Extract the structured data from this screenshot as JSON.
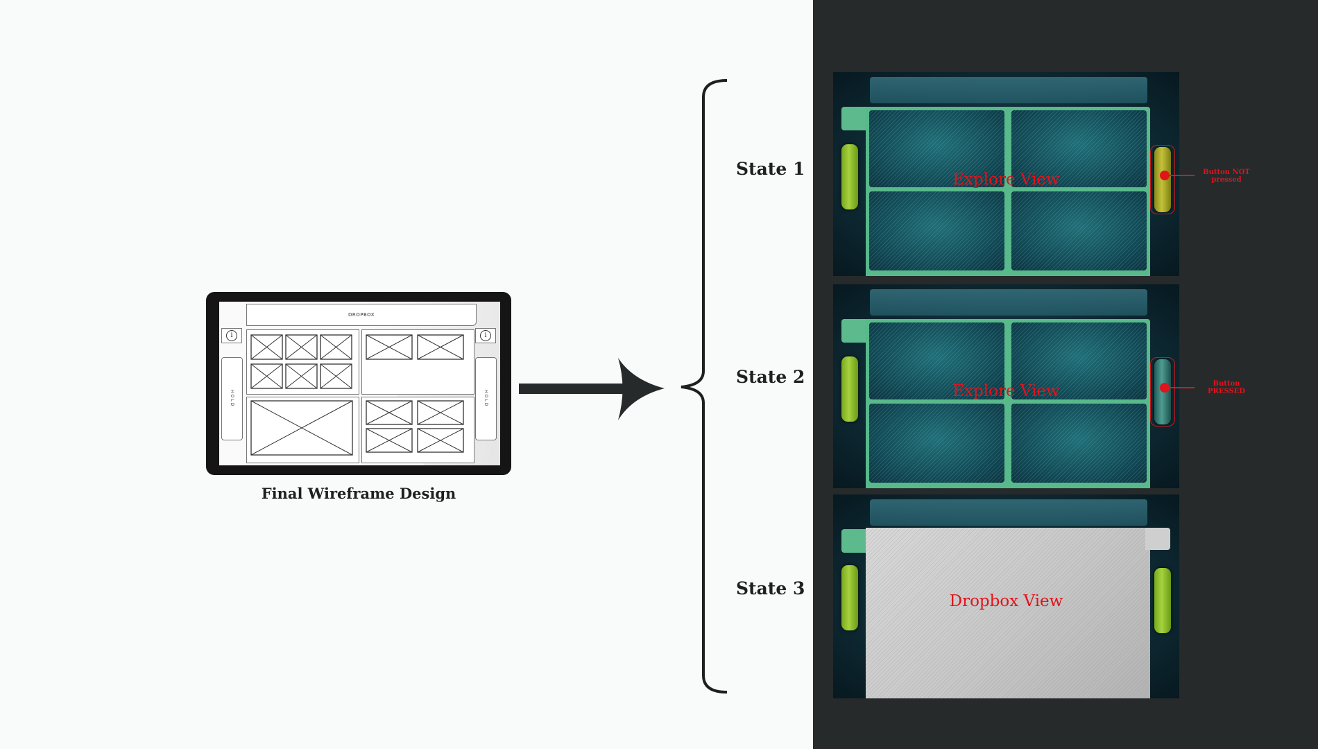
{
  "wireframe": {
    "dropbox_label": "DROPBOX",
    "info_glyph": "i",
    "hold_label": "HOLD",
    "caption": "Final Wireframe Design"
  },
  "states": [
    {
      "label": "State 1",
      "view_label": "Explore View",
      "note": "Button NOT pressed"
    },
    {
      "label": "State 2",
      "view_label": "Explore View",
      "note": "Button PRESSED"
    },
    {
      "label": "State 3",
      "view_label": "Dropbox View"
    }
  ],
  "colors": {
    "annotation_red": "#e1131b",
    "panel_frame_green": "#58b98b",
    "button_green": "#a5d23e",
    "dark_background": "#262a2b"
  },
  "icons": [
    "arrow-right-icon",
    "curly-brace-icon",
    "info-icon",
    "placeholder-image-icon"
  ]
}
